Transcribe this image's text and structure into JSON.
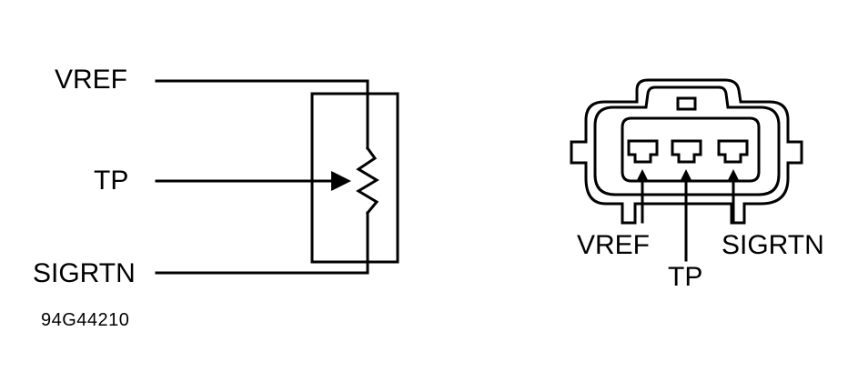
{
  "schematic": {
    "labels": {
      "vref": "VREF",
      "tp": "TP",
      "sigrtn": "SIGRTN"
    }
  },
  "connector": {
    "labels": {
      "vref": "VREF",
      "tp": "TP",
      "sigrtn": "SIGRTN"
    }
  },
  "figure_code": "94G44210",
  "colors": {
    "ink": "#000000",
    "background": "#ffffff"
  }
}
